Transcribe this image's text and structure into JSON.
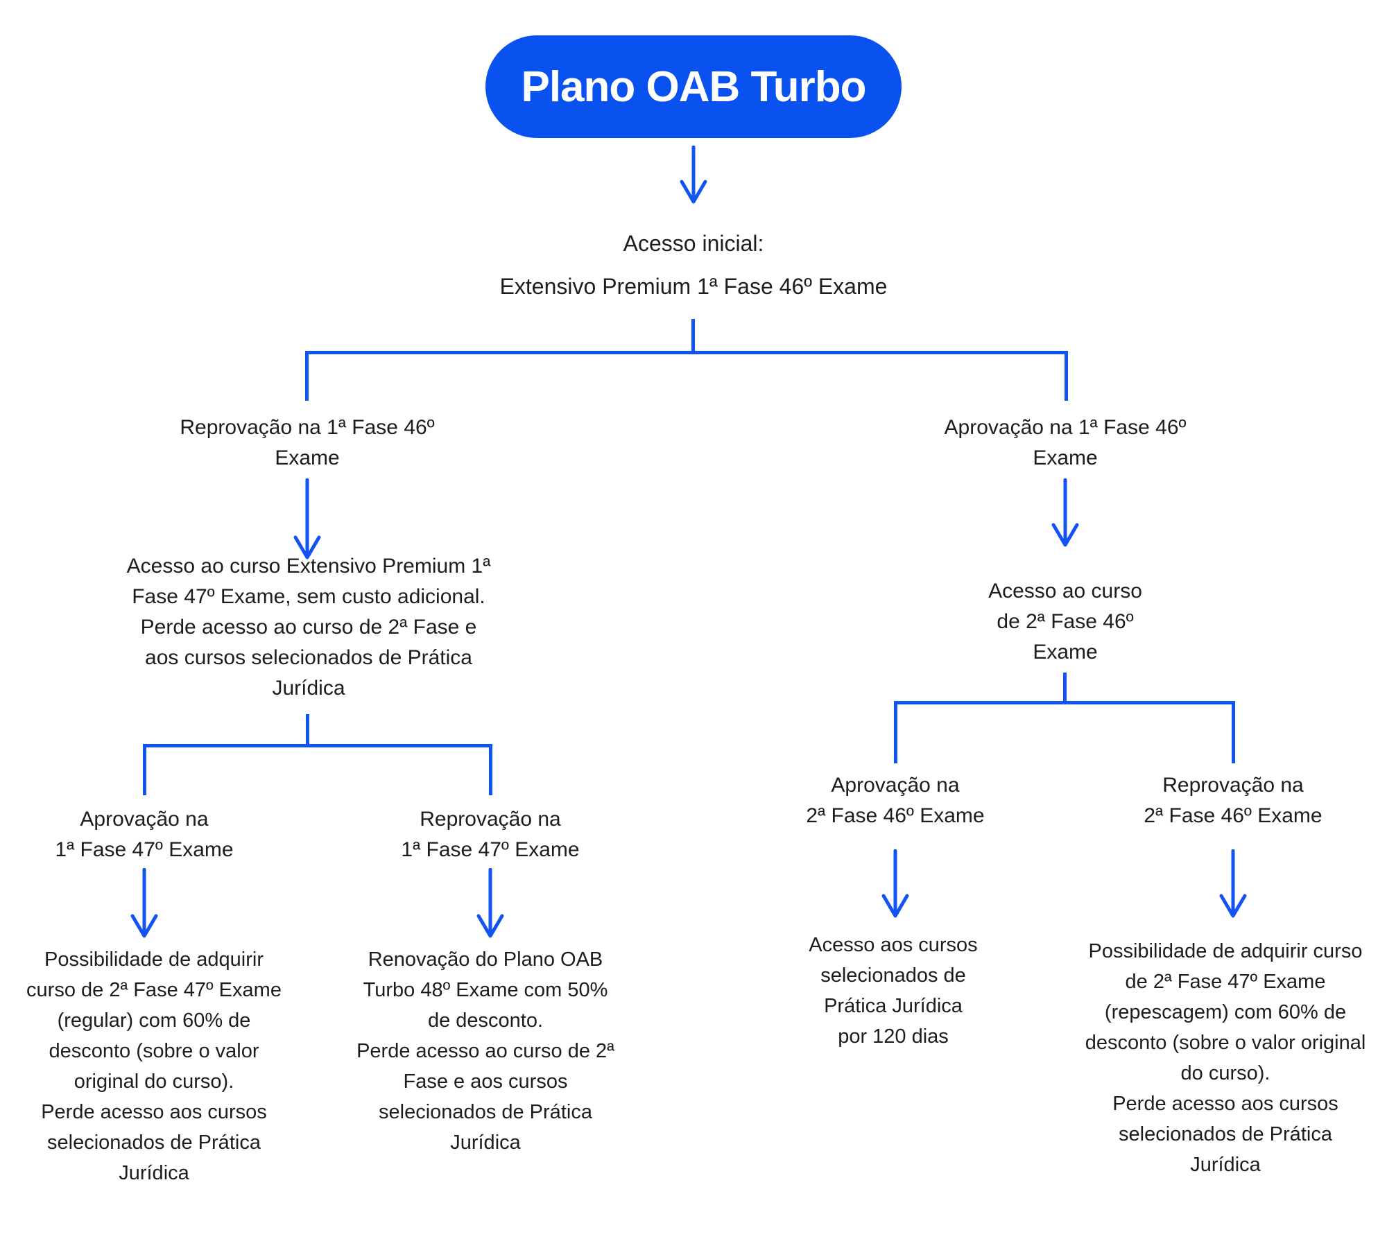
{
  "colors": {
    "pill_blue": "#0A52F0",
    "connector_blue": "#1353F2",
    "text_dark": "#1D1D1F",
    "background": "#FFFFFF"
  },
  "title": {
    "label": "Plano OAB Turbo"
  },
  "root": {
    "text": "Acesso inicial:\nExtensivo Premium 1ª Fase 46º Exame"
  },
  "branches": {
    "left": {
      "condition": "Reprovação na 1ª Fase 46º\nExame",
      "outcome": "Acesso ao curso Extensivo Premium 1ª\nFase 47º Exame, sem custo adicional.\nPerde acesso ao curso de 2ª Fase e\naos cursos selecionados de Prática\nJurídica",
      "children": [
        {
          "condition": "Aprovação na\n1ª Fase 47º Exame",
          "outcome": "Possibilidade de adquirir\ncurso de 2ª Fase 47º Exame\n(regular) com 60% de\ndesconto (sobre o valor\noriginal do curso).\nPerde acesso aos cursos\nselecionados de Prática\nJurídica"
        },
        {
          "condition": "Reprovação na\n1ª Fase 47º Exame",
          "outcome": "Renovação do Plano OAB\nTurbo 48º Exame com 50%\nde desconto.\nPerde acesso ao curso de 2ª\nFase e aos cursos\nselecionados de Prática\nJurídica"
        }
      ]
    },
    "right": {
      "condition": "Aprovação na 1ª Fase 46º\nExame",
      "outcome": "Acesso ao curso\nde 2ª Fase 46º\nExame",
      "children": [
        {
          "condition": "Aprovação na\n2ª Fase 46º Exame",
          "outcome": "Acesso aos cursos\nselecionados de\nPrática Jurídica\npor 120 dias"
        },
        {
          "condition": "Reprovação na\n2ª Fase 46º Exame",
          "outcome": "Possibilidade de adquirir curso\nde 2ª Fase 47º Exame\n(repescagem) com 60% de\ndesconto (sobre o valor original\ndo curso).\nPerde acesso aos cursos\nselecionados de Prática\nJurídica"
        }
      ]
    }
  }
}
